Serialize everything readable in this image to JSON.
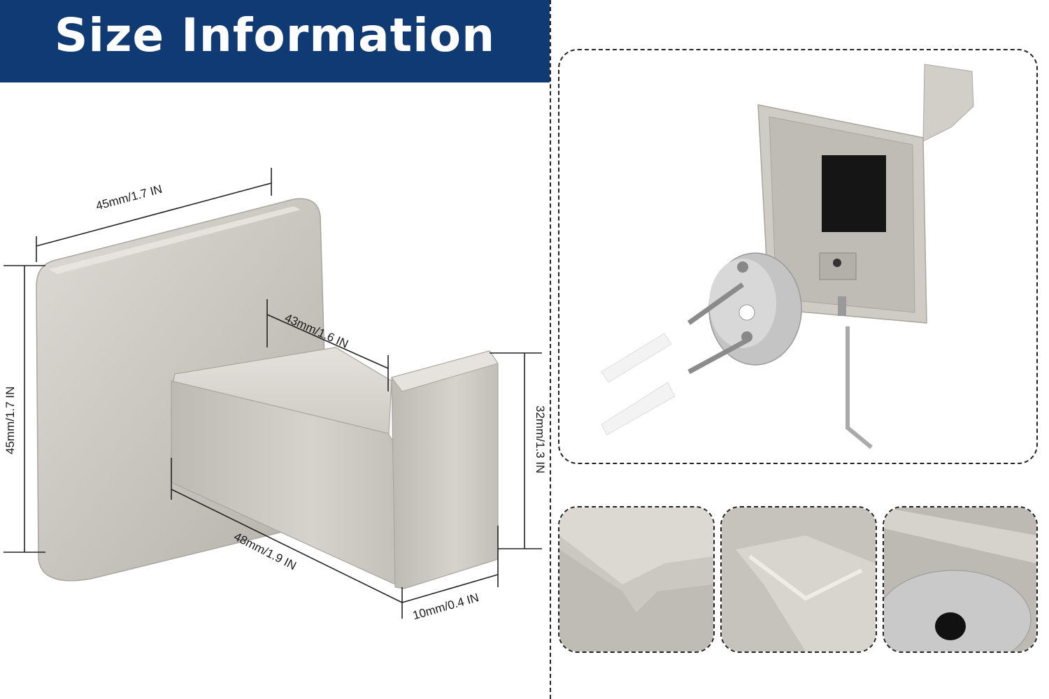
{
  "banner": {
    "title": "Size Information",
    "color": "#0f3a74"
  },
  "dimensions": {
    "base_width": "45mm/1.7 IN",
    "base_height": "45mm/1.7 IN",
    "hook_gap": "43mm/1.6 IN",
    "hook_height": "32mm/1.3 IN",
    "hook_length": "48mm/1.9 IN",
    "hook_thickness": "10mm/0.4 IN"
  },
  "panels": {
    "assembly": "exploded-view",
    "detail_1": "hook-tip-closeup",
    "detail_2": "corner-closeup",
    "detail_3": "mount-plate-closeup"
  }
}
